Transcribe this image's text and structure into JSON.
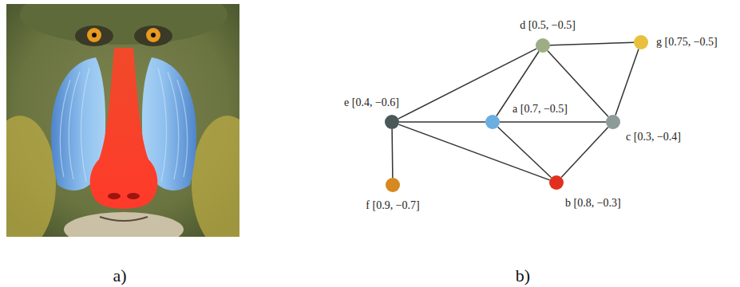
{
  "diagram": {
    "nodes": [
      {
        "text": [
          "d [0.5, −0.5]"
        ]
      },
      {
        "text": [
          "g [0.75, −0.5]"
        ]
      },
      {
        "text": [
          "e [0.4, −0.6]"
        ]
      },
      {
        "text": [
          "a [0.7, −0.5]"
        ]
      },
      {
        "text": [
          "c [0.3, −0.4]"
        ]
      },
      {
        "text": [
          "f [0.9, −0.7]"
        ]
      },
      {
        "text": [
          "b [0.8, −0.3]"
        ]
      }
    ],
    "edges": [
      {
        "from": 0,
        "to": 2,
        "arrow": "none"
      },
      {
        "from": 0,
        "to": 3,
        "arrow": "none"
      },
      {
        "from": 0,
        "to": 4,
        "arrow": "none"
      },
      {
        "from": 0,
        "to": 1,
        "arrow": "none"
      },
      {
        "from": 1,
        "to": 4,
        "arrow": "none"
      },
      {
        "from": 2,
        "to": 3,
        "arrow": "none"
      },
      {
        "from": 3,
        "to": 4,
        "arrow": "none"
      },
      {
        "from": 2,
        "to": 6,
        "arrow": "none"
      },
      {
        "from": 3,
        "to": 6,
        "arrow": "none"
      },
      {
        "from": 4,
        "to": 6,
        "arrow": "none"
      },
      {
        "from": 2,
        "to": 5,
        "arrow": "none"
      }
    ],
    "labels": [
      "a)",
      "b)"
    ]
  }
}
